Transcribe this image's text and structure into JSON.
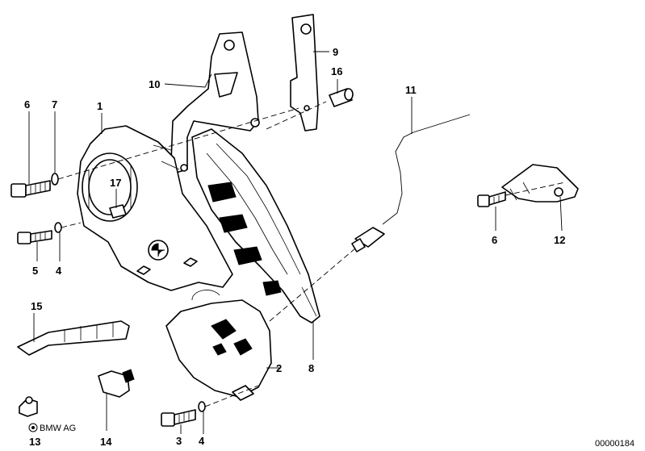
{
  "callouts": {
    "c1": "1",
    "c2": "2",
    "c3": "3",
    "c4a": "4",
    "c4b": "4",
    "c5": "5",
    "c6a": "6",
    "c6b": "6",
    "c7": "7",
    "c8": "8",
    "c9": "9",
    "c10": "10",
    "c11": "11",
    "c12": "12",
    "c13": "13",
    "c14": "14",
    "c15": "15",
    "c16": "16",
    "c17": "17"
  },
  "footer": {
    "brand": "BMW AG",
    "brand_symbol": "copyright-circle-icon",
    "document_number": "00000184"
  }
}
